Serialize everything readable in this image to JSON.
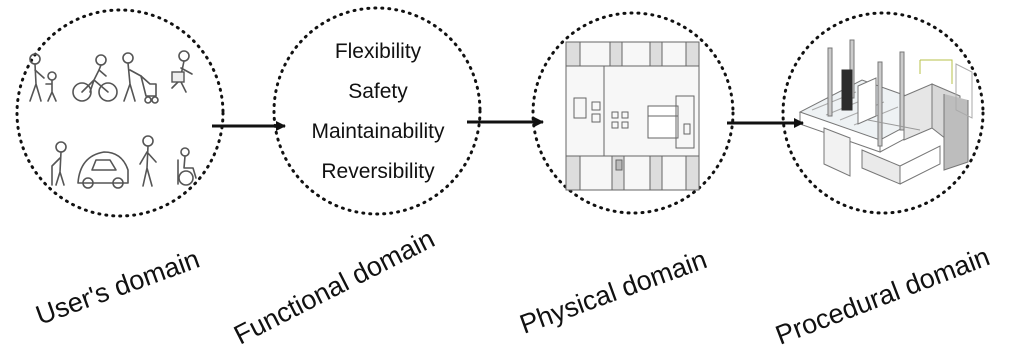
{
  "domains": [
    {
      "label": "User's domain"
    },
    {
      "label": "Functional domain",
      "items": [
        "Flexibility",
        "Safety",
        "Maintainability",
        "Reversibility"
      ]
    },
    {
      "label": "Physical domain"
    },
    {
      "label": "Procedural domain"
    }
  ],
  "icons": {
    "users": "user-sketches-icon",
    "plan": "floor-plan-icon",
    "model": "isometric-model-icon"
  }
}
